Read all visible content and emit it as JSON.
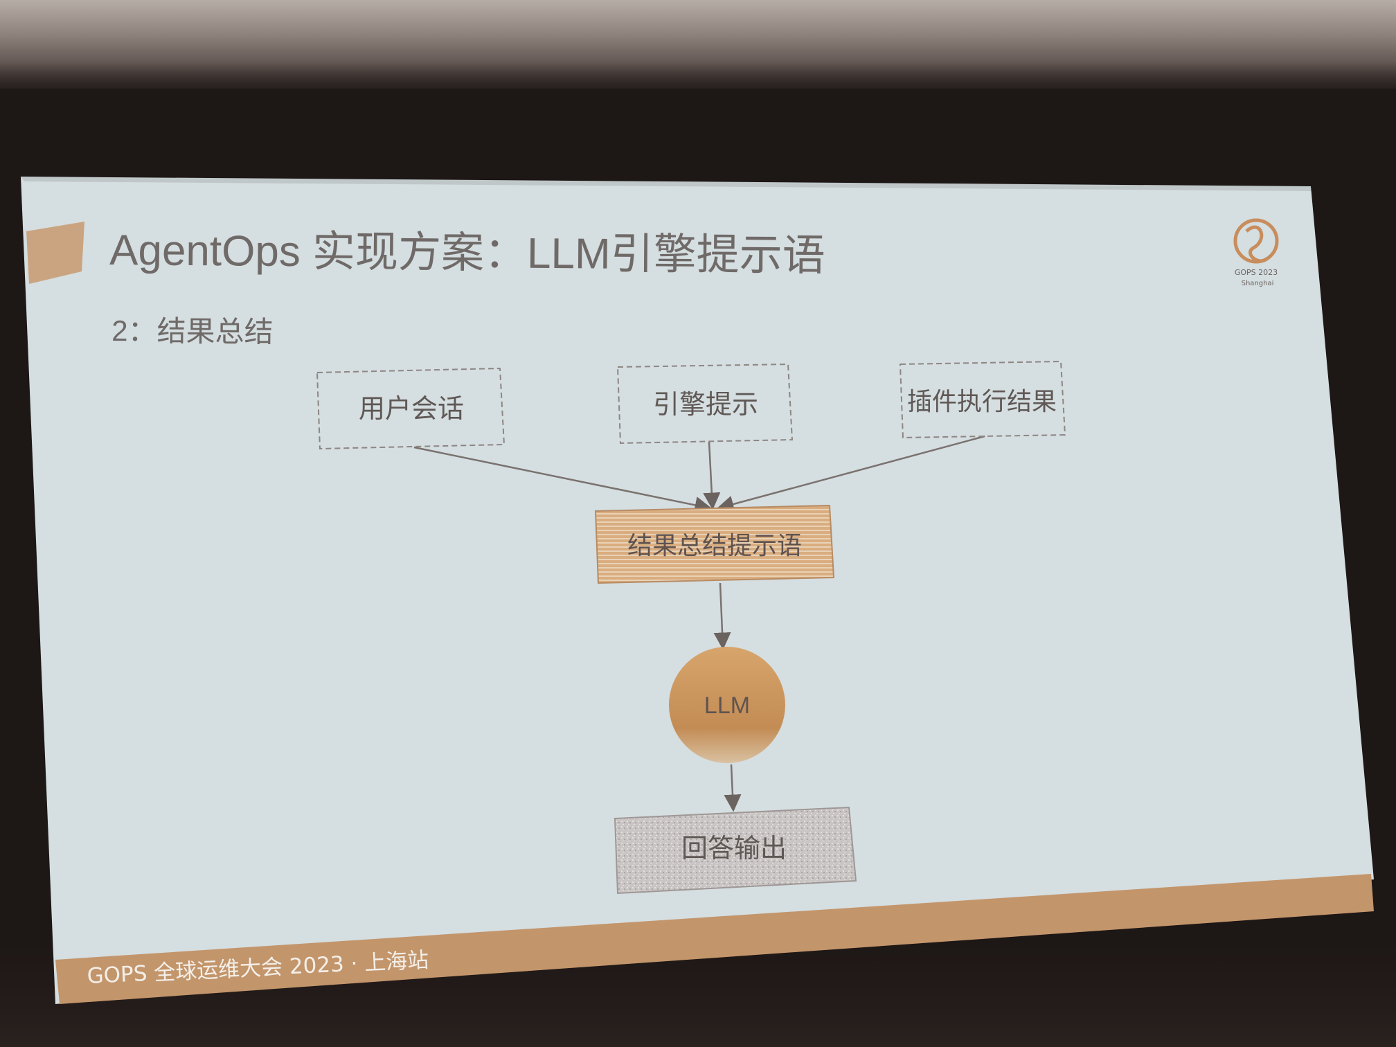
{
  "slide": {
    "title": "AgentOps 实现方案：LLM引擎提示语",
    "subtitle": "2：结果总结",
    "footer": "GOPS 全球运维大会 2023 · 上海站",
    "logo_text": "GOPS 2023",
    "logo_subtext": "Shanghai"
  },
  "diagram": {
    "inputs": [
      {
        "label": "用户会话"
      },
      {
        "label": "引擎提示"
      },
      {
        "label": "插件执行结果"
      }
    ],
    "prompt_box": {
      "label": "结果总结提示语"
    },
    "model": {
      "label": "LLM"
    },
    "output": {
      "label": "回答输出"
    }
  },
  "colors": {
    "slide_bg": "#d5dee0",
    "accent": "#c89a6e",
    "model_fill": "#c9955f",
    "title_text": "#6f6a68",
    "room": "#1d1716"
  }
}
